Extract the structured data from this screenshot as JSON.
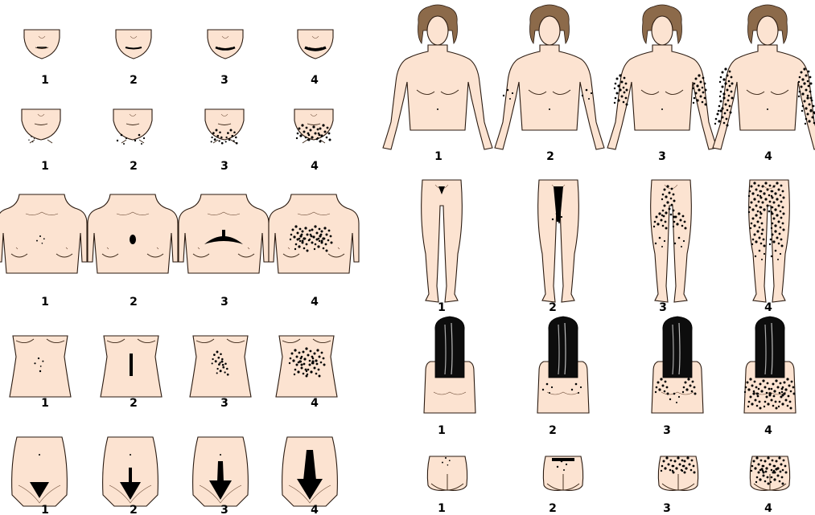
{
  "left_rows": [
    {
      "name": "upper-lip",
      "labels": [
        "1",
        "2",
        "3",
        "4"
      ]
    },
    {
      "name": "chin",
      "labels": [
        "1",
        "2",
        "3",
        "4"
      ]
    },
    {
      "name": "chest",
      "labels": [
        "1",
        "2",
        "3",
        "4"
      ]
    },
    {
      "name": "upper-abdomen",
      "labels": [
        "1",
        "2",
        "3",
        "4"
      ]
    },
    {
      "name": "lower-abdomen",
      "labels": [
        "1",
        "2",
        "3",
        "4"
      ]
    }
  ],
  "right_rows": [
    {
      "name": "upper-arm",
      "labels": [
        "1",
        "2",
        "3",
        "4"
      ]
    },
    {
      "name": "thigh",
      "labels": [
        "1",
        "2",
        "3",
        "4"
      ]
    },
    {
      "name": "upper-back",
      "labels": [
        "1",
        "2",
        "3",
        "4"
      ]
    },
    {
      "name": "lower-back",
      "labels": [
        "1",
        "2",
        "3",
        "4"
      ]
    }
  ],
  "colors": {
    "skin": "#FCE3D1",
    "outline": "#2a1a10",
    "hair_light": "#8c6a4a",
    "hair_dark": "#0d0d0d",
    "terminal_hair": "#000000"
  },
  "grade_levels": [
    1,
    2,
    3,
    4
  ]
}
